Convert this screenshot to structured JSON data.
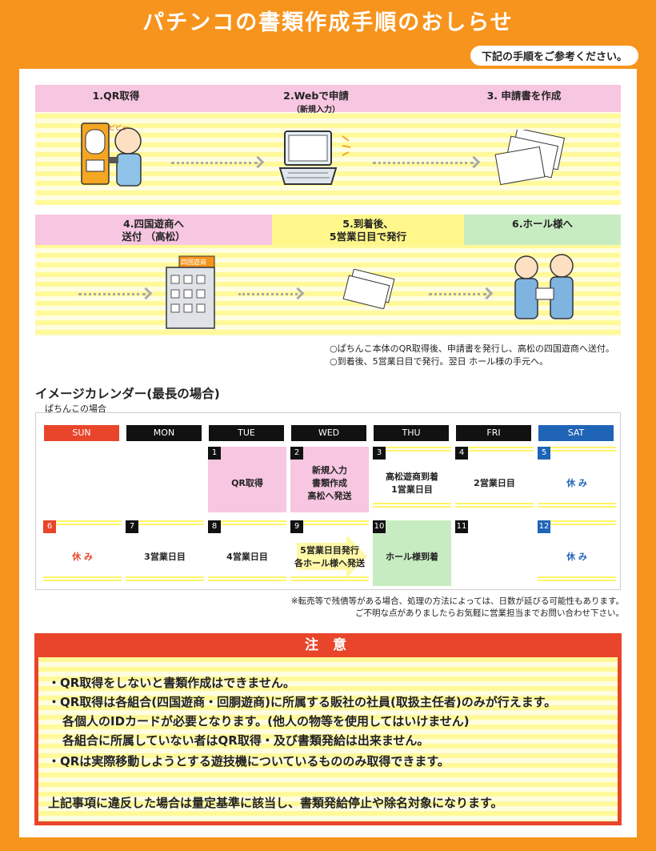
{
  "title": "パチンコの書類作成手順のおしらせ",
  "subnote": "下記の手順をご参考ください。",
  "steps": [
    {
      "label": "1.QR取得",
      "sub": ""
    },
    {
      "label": "2.Webで申請",
      "sub": "（新規入力）"
    },
    {
      "label": "3. 申請書を作成",
      "sub": ""
    },
    {
      "label": "4.四国遊商へ",
      "sub": "送付 （高松）"
    },
    {
      "label": "5.到着後、",
      "sub": "5営業日目で発行"
    },
    {
      "label": "6.ホール様へ",
      "sub": ""
    }
  ],
  "building_sign": "四国遊商",
  "machine_bubble": "ピピッ",
  "process_notes": [
    "○ぱちんこ本体のQR取得後、申請書を発行し、高松の四国遊商へ送付。",
    "○到着後、5営業日目で発行。翌日 ホール様の手元へ。"
  ],
  "calendar": {
    "title": "イメージカレンダー(最長の場合)",
    "subtitle": "ぱちんこの場合",
    "days": [
      "SUN",
      "MON",
      "TUE",
      "WED",
      "THU",
      "FRI",
      "SAT"
    ],
    "week1": [
      {
        "num": "",
        "text": ""
      },
      {
        "num": "",
        "text": ""
      },
      {
        "num": "1",
        "text": "QR取得"
      },
      {
        "num": "2",
        "text": "新規入力\n書類作成\n高松へ発送"
      },
      {
        "num": "3",
        "text": "高松遊商到着\n1営業日目"
      },
      {
        "num": "4",
        "text": "2営業日目"
      },
      {
        "num": "5",
        "text": "休 み"
      }
    ],
    "week2": [
      {
        "num": "6",
        "text": "休 み"
      },
      {
        "num": "7",
        "text": "3営業日目"
      },
      {
        "num": "8",
        "text": "4営業日目"
      },
      {
        "num": "9",
        "text": "5営業日目発行\n各ホール様へ発送"
      },
      {
        "num": "10",
        "text": "ホール様到着"
      },
      {
        "num": "11",
        "text": ""
      },
      {
        "num": "12",
        "text": "休 み"
      }
    ]
  },
  "footnotes": [
    "※転売等で残債等がある場合、処理の方法によっては、日数が延びる可能性もあります。",
    "ご不明な点がありましたらお気軽に営業担当までお問い合わせ下さい。"
  ],
  "caution": {
    "heading": "注 意",
    "lines": [
      "・QR取得をしないと書類作成はできません。",
      "・QR取得は各組合(四国遊商・回胴遊商)に所属する販社の社員(取扱主任者)のみが行えます。",
      "各個人のIDカードが必要となります。(他人の物等を使用してはいけません)",
      "各組合に所属していない者はQR取得・及び書類発給は出来ません。",
      "・QRは実際移動しようとする遊技機についているもののみ取得できます。",
      "上記事項に違反した場合は量定基準に該当し、書類発給停止や除名対象になります。"
    ]
  },
  "colors": {
    "orange": "#f7941d",
    "red": "#e8452a",
    "sun": "#e8452a",
    "weekday": "#111111",
    "sat": "#1f64b6",
    "pink": "#f7c6e0",
    "green": "#c8ecc2",
    "yellow": "#fff78a"
  }
}
